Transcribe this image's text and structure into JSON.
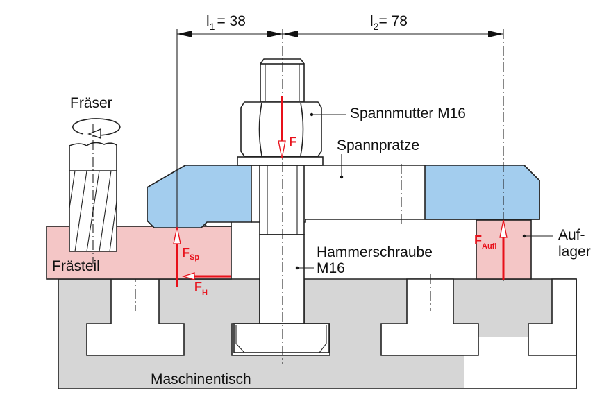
{
  "dimensions": {
    "l1": {
      "symbol": "l",
      "index": "1",
      "value": "= 38"
    },
    "l2": {
      "symbol": "l",
      "index": "2",
      "value": "= 78"
    }
  },
  "labels": {
    "cutter": "Fräser",
    "nut": "Spannmutter M16",
    "clamp": "Spannpratze",
    "bolt_line1": "Hammerschraube",
    "bolt_line2": "M16",
    "support_line1": "Auf-",
    "support_line2": "lager",
    "workpiece": "Frästeil",
    "table": "Maschinentisch"
  },
  "forces": {
    "F": {
      "main": "F",
      "sub": ""
    },
    "F_Sp": {
      "main": "F",
      "sub": "Sp"
    },
    "F_H": {
      "main": "F",
      "sub": "H"
    },
    "F_Aufl": {
      "main": "F",
      "sub": "Aufl"
    }
  },
  "colors": {
    "clamp": "#a3cdee",
    "workpiece": "#f4c6c6",
    "table": "#d6d6d6",
    "force": "#e8101a"
  }
}
